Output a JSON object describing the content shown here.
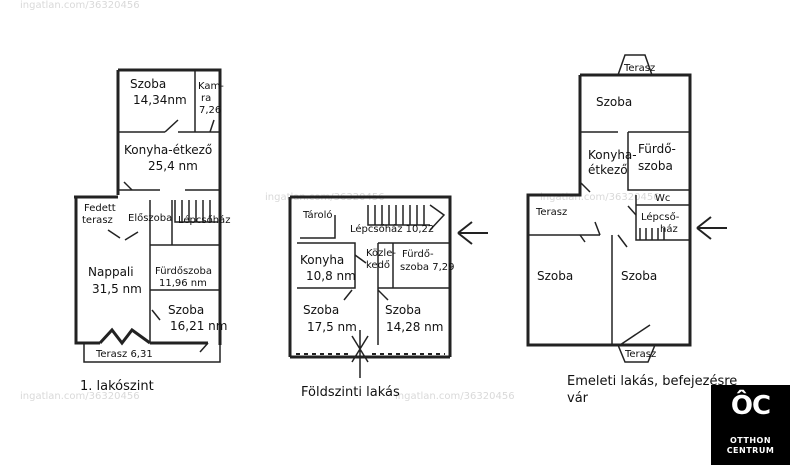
{
  "watermarks": [
    "ingatlan.com/36320456",
    "ingatlan.com/36320456",
    "ingatlan.com/36320456",
    "ingatlan.com/36320456",
    "ingatlan.com/36320456"
  ],
  "plans": {
    "first": {
      "caption": "1. lakószint",
      "rooms": {
        "szoba1_name": "Szoba",
        "szoba1_area": "14,34nm",
        "kamra_a": "Kam-",
        "kamra_b": "ra",
        "kamra_area": "7,26",
        "konyha_name": "Konyha-étkező",
        "konyha_area": "25,4 nm",
        "fedett_a": "Fedett",
        "fedett_b": "terasz",
        "eloszoba": "Előszoba",
        "lepcsohaz": "Lépcsőház",
        "nappali_name": "Nappali",
        "nappali_area": "31,5 nm",
        "furdo_name": "Fürdőszoba",
        "furdo_area": "11,96 nm",
        "szoba2_name": "Szoba",
        "szoba2_area": "16,21 nm",
        "terasz": "Terasz 6,31"
      }
    },
    "ground": {
      "caption": "Földszinti lakás",
      "rooms": {
        "tarolo": "Tároló",
        "lepcsohaz": "Lépcsőház 10,22",
        "konyha_name": "Konyha",
        "konyha_area": "10,8 nm",
        "kozle_a": "Közle-",
        "kozle_b": "kedő",
        "furdo_a": "Fürdő-",
        "furdo_b": "szoba 7,29",
        "szoba1_name": "Szoba",
        "szoba1_area": "17,5 nm",
        "szoba2_name": "Szoba",
        "szoba2_area": "14,28 nm"
      }
    },
    "upper": {
      "caption_line1": "Emeleti lakás, befejezésre",
      "caption_line2": "vár",
      "rooms": {
        "terasz_top": "Terasz",
        "szoba_top": "Szoba",
        "konyha_a": "Konyha-",
        "konyha_b": "étkező",
        "furdo_a": "Fürdő-",
        "furdo_b": "szoba",
        "wc": "Wc",
        "terasz_left": "Terasz",
        "lepcso_a": "Lépcső-",
        "lepcso_b": "ház",
        "szoba_left": "Szoba",
        "szoba_right": "Szoba",
        "terasz_bottom": "Terasz"
      }
    }
  },
  "logo": {
    "mark": "ÔC",
    "line1": "OTTHON",
    "line2": "CENTRUM"
  }
}
